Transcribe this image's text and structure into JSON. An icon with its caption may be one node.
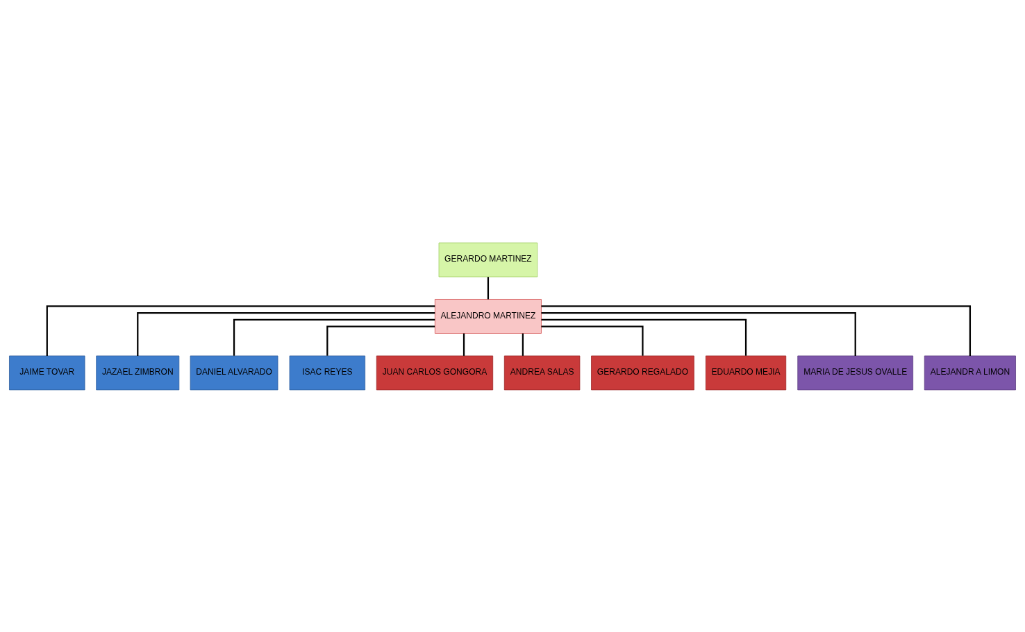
{
  "diagram": {
    "nodes": [
      {
        "text": [
          "GERARDO MARTINEZ"
        ]
      },
      {
        "text": [
          "ALEJANDRO MARTINEZ"
        ]
      },
      {
        "text": [
          "JAIME TOVAR"
        ]
      },
      {
        "text": [
          "JAZAEL ZIMBRON"
        ]
      },
      {
        "text": [
          "DANIEL ALVARADO"
        ]
      },
      {
        "text": [
          "ISAC REYES"
        ]
      },
      {
        "text": [
          "JUAN CARLOS GONGORA"
        ]
      },
      {
        "text": [
          "ANDREA SALAS"
        ]
      },
      {
        "text": [
          "GERARDO REGALADO"
        ]
      },
      {
        "text": [
          "EDUARDO MEJIA"
        ]
      },
      {
        "text": [
          "MARIA DE JESUS OVALLE"
        ]
      },
      {
        "text": [
          "ALEJANDR A LIMON"
        ]
      }
    ],
    "edges": [
      {
        "from": 0,
        "to": 1,
        "arrow": "none"
      },
      {
        "from": 1,
        "to": 2,
        "arrow": "none"
      },
      {
        "from": 1,
        "to": 3,
        "arrow": "none"
      },
      {
        "from": 1,
        "to": 4,
        "arrow": "none"
      },
      {
        "from": 1,
        "to": 5,
        "arrow": "none"
      },
      {
        "from": 1,
        "to": 6,
        "arrow": "none"
      },
      {
        "from": 1,
        "to": 7,
        "arrow": "none"
      },
      {
        "from": 1,
        "to": 8,
        "arrow": "none"
      },
      {
        "from": 1,
        "to": 9,
        "arrow": "none"
      },
      {
        "from": 1,
        "to": 10,
        "arrow": "none"
      },
      {
        "from": 1,
        "to": 11,
        "arrow": "none"
      }
    ]
  }
}
